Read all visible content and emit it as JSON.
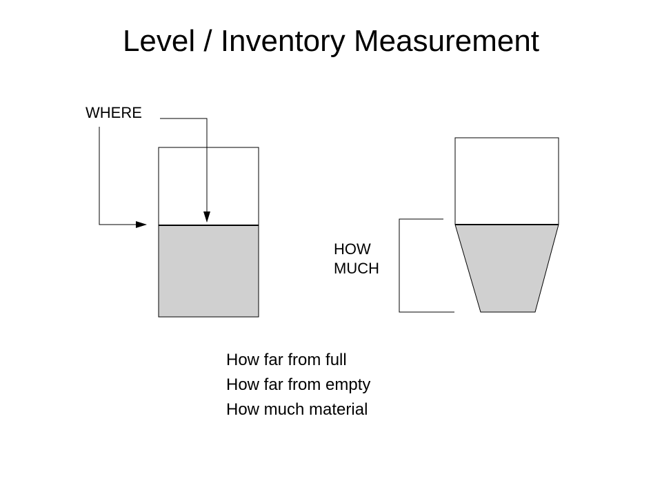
{
  "title": "Level / Inventory Measurement",
  "diagram": {
    "where_label": "WHERE",
    "how_much_label": [
      "HOW",
      "MUCH"
    ],
    "colors": {
      "fill": "#d0d0d0",
      "stroke": "#000000"
    }
  },
  "questions": [
    "How far from full",
    "How far from empty",
    "How much material"
  ]
}
